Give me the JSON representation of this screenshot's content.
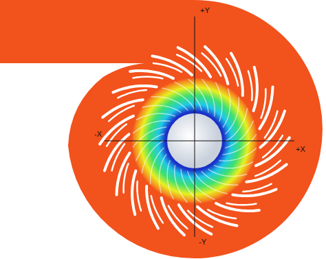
{
  "diagram": {
    "labels": [
      "+Y",
      "-X",
      "+X",
      "-Y"
    ]
  }
}
